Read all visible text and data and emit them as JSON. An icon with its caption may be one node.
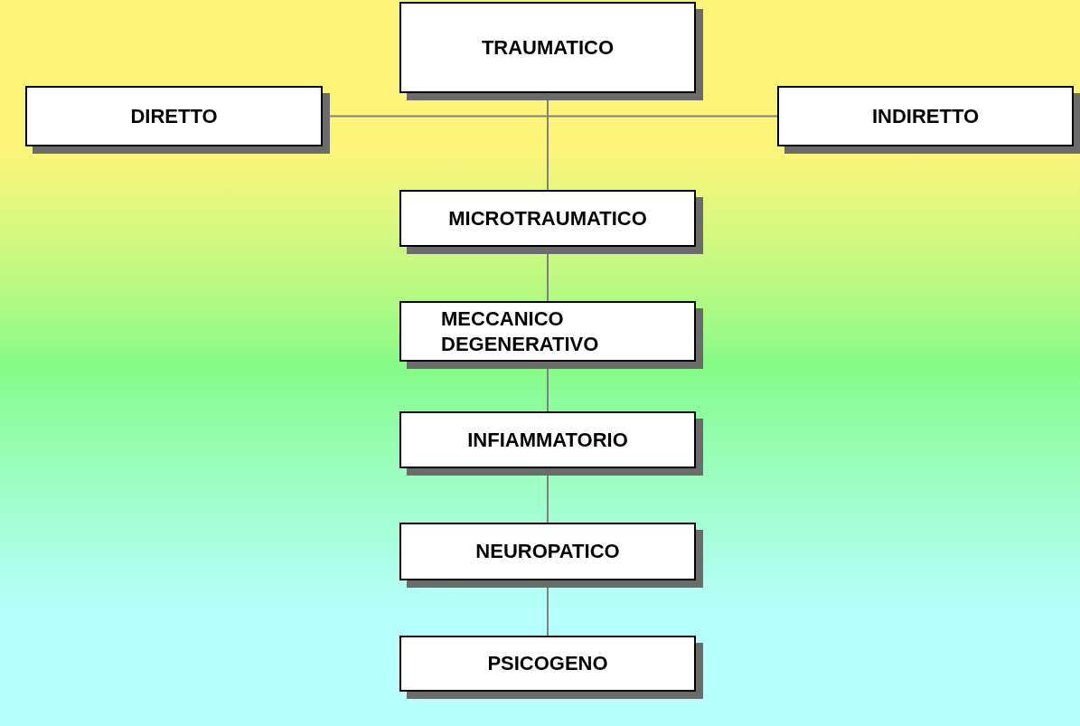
{
  "diagram": {
    "nodes": [
      {
        "text": [
          "TRAUMATICO"
        ]
      },
      {
        "text": [
          "DIRETTO"
        ]
      },
      {
        "text": [
          "INDIRETTO"
        ]
      },
      {
        "text": [
          "MICROTRAUMATICO"
        ]
      },
      {
        "text": [
          "MECCANICO DEGENERATIVO"
        ]
      },
      {
        "text": [
          "INFIAMMATORIO"
        ]
      },
      {
        "text": [
          "NEUROPATICO"
        ]
      },
      {
        "text": [
          "PSICOGENO"
        ]
      }
    ],
    "edges": [
      {
        "from": 0,
        "to": 1,
        "arrow": "none"
      },
      {
        "from": 0,
        "to": 2,
        "arrow": "none"
      },
      {
        "from": 0,
        "to": 3,
        "arrow": "none"
      },
      {
        "from": 3,
        "to": 4,
        "arrow": "none"
      },
      {
        "from": 4,
        "to": 5,
        "arrow": "none"
      },
      {
        "from": 5,
        "to": 6,
        "arrow": "none"
      },
      {
        "from": 6,
        "to": 7,
        "arrow": "none"
      }
    ]
  }
}
